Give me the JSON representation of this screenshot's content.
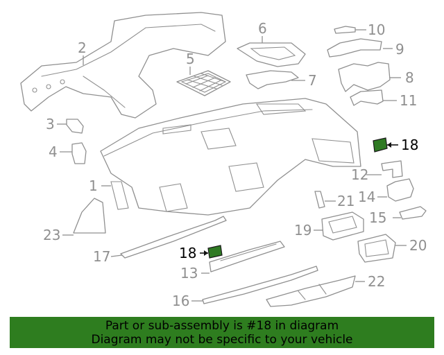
{
  "callouts": {
    "c1": "1",
    "c2": "2",
    "c3": "3",
    "c4": "4",
    "c5": "5",
    "c6": "6",
    "c7": "7",
    "c8": "8",
    "c9": "9",
    "c10": "10",
    "c11": "11",
    "c12": "12",
    "c13": "13",
    "c14": "14",
    "c15": "15",
    "c16": "16",
    "c17": "17",
    "c18a": "18",
    "c18b": "18",
    "c19": "19",
    "c20": "20",
    "c21": "21",
    "c22": "22",
    "c23": "23"
  },
  "highlight": {
    "part_number": "18",
    "color": "#2f7a23"
  },
  "footer": {
    "line1": "Part or sub-assembly is #18 in diagram",
    "line2": "Diagram may not be specific to your vehicle",
    "background": "#2e7d1f"
  }
}
